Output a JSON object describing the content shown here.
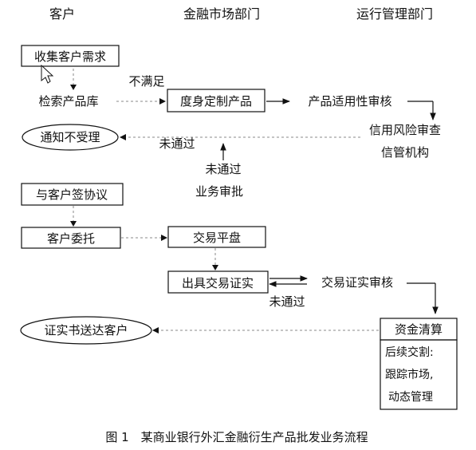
{
  "columns": {
    "customer": "客户",
    "market": "金融市场部门",
    "operations": "运行管理部门"
  },
  "nodes": {
    "collect_needs": "收集客户需求",
    "search_product": "检索产品库",
    "not_satisfied": "不满足",
    "custom_product": "度身定制产品",
    "suitability_review": "产品适用性审核",
    "notify_reject": "通知不受理",
    "not_passed_1": "未通过",
    "credit_risk": "信用风险审查",
    "credit_mgmt": "信管机构",
    "not_passed_2": "未通过",
    "business_approval": "业务审批",
    "sign_agreement": "与客户签协议",
    "customer_order": "客户委托",
    "trade_desk": "交易平盘",
    "issue_confirm": "出具交易证实",
    "confirm_review": "交易证实审核",
    "not_passed_3": "未通过",
    "deliver_confirm": "证实书送达客户",
    "fund_clearing": "资金清算",
    "followup_1": "后续交割:",
    "followup_2": "跟踪市场,",
    "followup_3": "动态管理"
  },
  "caption": "图 1　某商业银行外汇金融衍生产品批发业务流程",
  "colors": {
    "stroke": "#111111",
    "dashed_line": "#888888",
    "background": "#ffffff"
  },
  "icons": [
    "mouse-cursor-icon"
  ]
}
